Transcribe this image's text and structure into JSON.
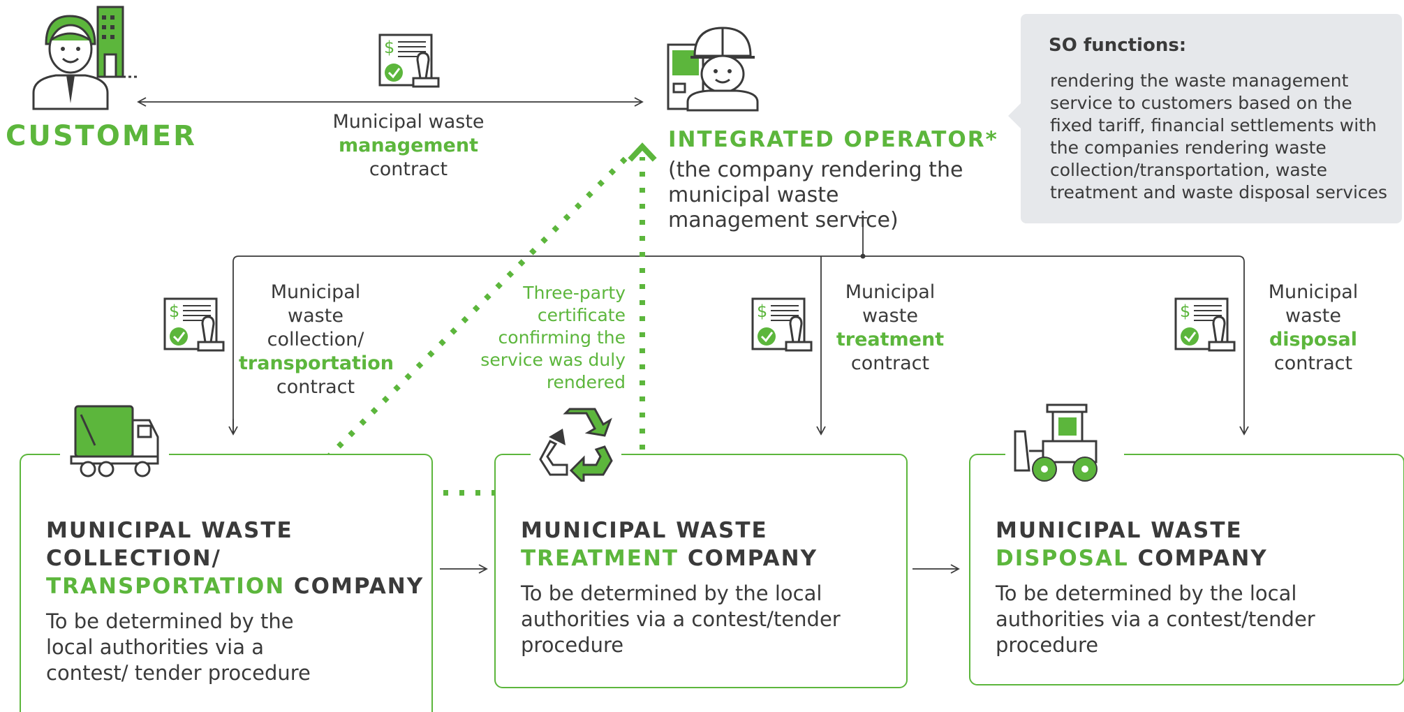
{
  "customer": {
    "label": "CUSTOMER"
  },
  "customer_contract": {
    "line1": "Municipal waste",
    "line2_green": "management",
    "line2_rest": " contract"
  },
  "operator": {
    "title": "INTEGRATED OPERATOR*",
    "description": "(the company rendering the municipal waste management service)"
  },
  "so_box": {
    "title": "SO functions:",
    "text": "rendering the waste management service to customers based on the fixed tariff, financial settlements with the companies rendering waste collection/transportation, waste treatment and waste disposal services"
  },
  "contracts": {
    "collection": {
      "line1": "Municipal",
      "line2": "waste",
      "line3": "collection/",
      "green": "transportation",
      "last": "contract"
    },
    "treatment": {
      "line1": "Municipal",
      "line2": "waste",
      "green": "treatment",
      "last": "contract"
    },
    "disposal": {
      "line1": "Municipal",
      "line2": "waste",
      "green": "disposal",
      "last": "contract"
    }
  },
  "certificate": {
    "line1": "Three-party",
    "line2": "certificate",
    "line3": "confirming the",
    "line4": "service was duly",
    "line5": "rendered"
  },
  "companies": {
    "collection": {
      "title_l1": "MUNICIPAL WASTE",
      "title_l2": "COLLECTION/",
      "title_green": "TRANSPORTATION",
      "title_rest": " COMPANY",
      "text": "To be determined by the local authorities via a contest/ tender procedure"
    },
    "treatment": {
      "title_l1": "MUNICIPAL WASTE",
      "title_green": "TREATMENT",
      "title_rest": " COMPANY",
      "text": "To be determined by the local authorities via a contest/tender procedure"
    },
    "disposal": {
      "title_l1": "MUNICIPAL WASTE",
      "title_green": "DISPOSAL",
      "title_rest": " COMPANY",
      "text": "To be determined by the local authorities via a contest/tender procedure"
    }
  },
  "colors": {
    "accent": "#5cb63c",
    "text": "#3a3a3a",
    "panel": "#e6e8eb"
  }
}
